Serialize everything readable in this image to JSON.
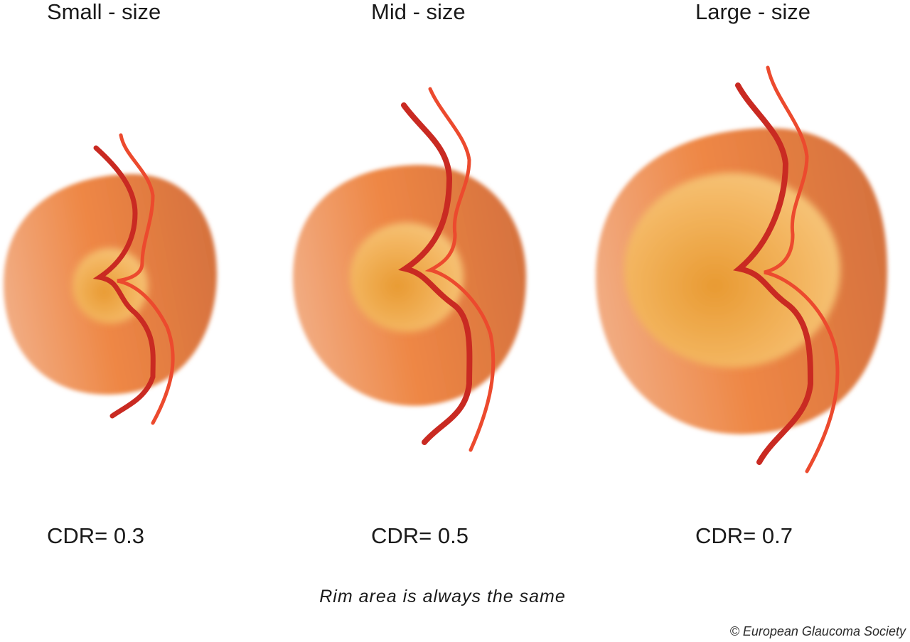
{
  "discs": [
    {
      "title": "Small - size",
      "cdr_label": "CDR= 0.3"
    },
    {
      "title": "Mid - size",
      "cdr_label": "CDR= 0.5"
    },
    {
      "title": "Large - size",
      "cdr_label": "CDR= 0.7"
    }
  ],
  "caption": "Rim area is always the same",
  "copyright": "© European Glaucoma Society",
  "colors": {
    "rim_light": "#f2a67a",
    "rim_dark": "#d9703a",
    "cup_light": "#f7c070",
    "cup_dark": "#e99a35",
    "vessel_dark": "#c92a22",
    "vessel_light": "#ec4a2e"
  }
}
